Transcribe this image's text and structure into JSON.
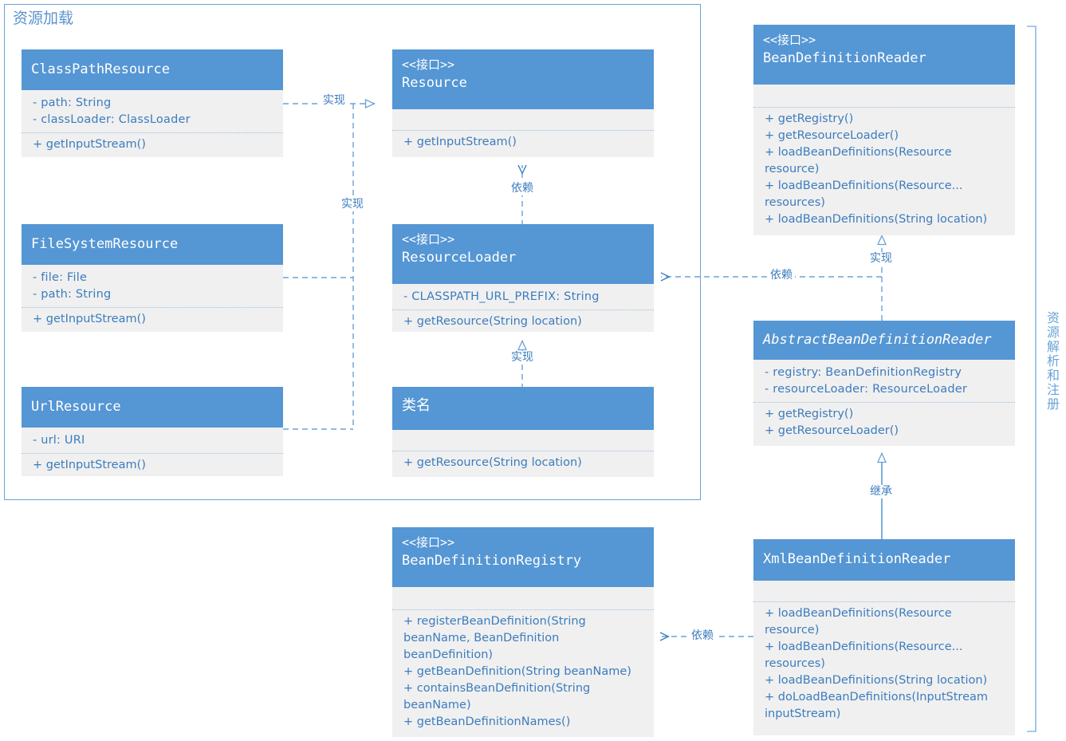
{
  "diagram": {
    "type": "uml-class-diagram",
    "group_title": "资源加载",
    "side_bracket_label": "资源解析和注册",
    "colors": {
      "header_fill": "#5596d4",
      "body_fill": "#f0f0f0",
      "line": "#6aa3d8",
      "text": "#3c7cbe",
      "header_text": "#ffffff"
    }
  },
  "classes": {
    "class_path_resource": {
      "stereotype": "",
      "name": "ClassPathResource",
      "attributes": [
        "- path: String",
        "- classLoader: ClassLoader"
      ],
      "operations": [
        "+ getInputStream()"
      ]
    },
    "resource": {
      "stereotype": "<<接口>>",
      "name": "Resource",
      "attributes": [],
      "operations": [
        "+ getInputStream()"
      ]
    },
    "file_system_resource": {
      "stereotype": "",
      "name": "FileSystemResource",
      "attributes": [
        "- file: File",
        "- path: String"
      ],
      "operations": [
        "+ getInputStream()"
      ]
    },
    "resource_loader": {
      "stereotype": "<<接口>>",
      "name": "ResourceLoader",
      "attributes": [
        "- CLASSPATH_URL_PREFIX: String"
      ],
      "operations": [
        "+ getResource(String location)"
      ]
    },
    "url_resource": {
      "stereotype": "",
      "name": "UrlResource",
      "attributes": [
        "- url: URI"
      ],
      "operations": [
        "+ getInputStream()"
      ]
    },
    "class_name": {
      "stereotype": "",
      "name": "类名",
      "attributes": [],
      "operations": [
        "+ getResource(String location)"
      ]
    },
    "bean_definition_reader": {
      "stereotype": "<<接口>>",
      "name": "BeanDefinitionReader",
      "attributes": [],
      "operations": [
        "+ getRegistry()",
        "+ getResourceLoader()",
        "+ loadBeanDefinitions(Resource resource)",
        "+ loadBeanDefinitions(Resource... resources)",
        "+ loadBeanDefinitions(String location)"
      ]
    },
    "abstract_bean_definition_reader": {
      "stereotype": "",
      "name": "AbstractBeanDefinitionReader",
      "abstract": true,
      "attributes": [
        "- registry: BeanDefinitionRegistry",
        "- resourceLoader: ResourceLoader"
      ],
      "operations": [
        "+ getRegistry()",
        "+ getResourceLoader()"
      ]
    },
    "xml_bean_definition_reader": {
      "stereotype": "",
      "name": "XmlBeanDefinitionReader",
      "attributes": [],
      "operations": [
        "+ loadBeanDefinitions(Resource resource)",
        "+ loadBeanDefinitions(Resource... resources)",
        "+ loadBeanDefinitions(String location)",
        "+ doLoadBeanDefinitions(InputStream inputStream)"
      ]
    },
    "bean_definition_registry": {
      "stereotype": "<<接口>>",
      "name": "BeanDefinitionRegistry",
      "attributes": [],
      "operations": [
        "+ registerBeanDefinition(String beanName, BeanDefinition beanDefinition)",
        "+ getBeanDefinition(String beanName)",
        "+ containsBeanDefinition(String beanName)",
        "+ getBeanDefinitionNames()"
      ]
    }
  },
  "relations": [
    {
      "id": "impl-resource",
      "label": "实现",
      "kind": "realization",
      "from": "ClassPathResource / FileSystemResource / UrlResource",
      "to": "Resource"
    },
    {
      "id": "impl-resource-2",
      "label": "实现",
      "kind": "realization",
      "from": "FileSystemResource",
      "to": "Resource"
    },
    {
      "id": "dep-loader-resource",
      "label": "依赖",
      "kind": "dependency",
      "from": "ResourceLoader",
      "to": "Resource"
    },
    {
      "id": "impl-classname-loader",
      "label": "实现",
      "kind": "realization",
      "from": "类名",
      "to": "ResourceLoader"
    },
    {
      "id": "dep-reader-loader",
      "label": "依赖",
      "kind": "dependency",
      "from": "AbstractBeanDefinitionReader",
      "to": "ResourceLoader"
    },
    {
      "id": "impl-abstract-reader",
      "label": "实现",
      "kind": "realization",
      "from": "AbstractBeanDefinitionReader",
      "to": "BeanDefinitionReader"
    },
    {
      "id": "ext-xml-abstract",
      "label": "继承",
      "kind": "inheritance",
      "from": "XmlBeanDefinitionReader",
      "to": "AbstractBeanDefinitionReader"
    },
    {
      "id": "dep-xml-registry",
      "label": "依赖",
      "kind": "dependency",
      "from": "XmlBeanDefinitionReader",
      "to": "BeanDefinitionRegistry"
    }
  ]
}
